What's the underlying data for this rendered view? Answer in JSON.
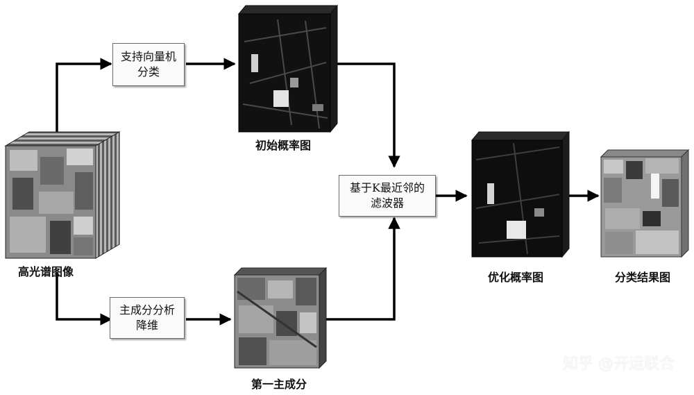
{
  "nodes": {
    "hyperspectral": {
      "label": "高光谱图像"
    },
    "svm": {
      "line1": "支持向量机",
      "line2": "分类"
    },
    "pca": {
      "line1": "主成分分析",
      "line2": "降维"
    },
    "initial_prob": {
      "label": "初始概率图"
    },
    "first_pc": {
      "label": "第一主成分"
    },
    "knn_filter": {
      "line1": "基于K最近邻的",
      "line2": "滤波器"
    },
    "optimized_prob": {
      "label": "优化概率图"
    },
    "classification": {
      "label": "分类结果图"
    }
  },
  "watermark": "知乎 @开运联合"
}
